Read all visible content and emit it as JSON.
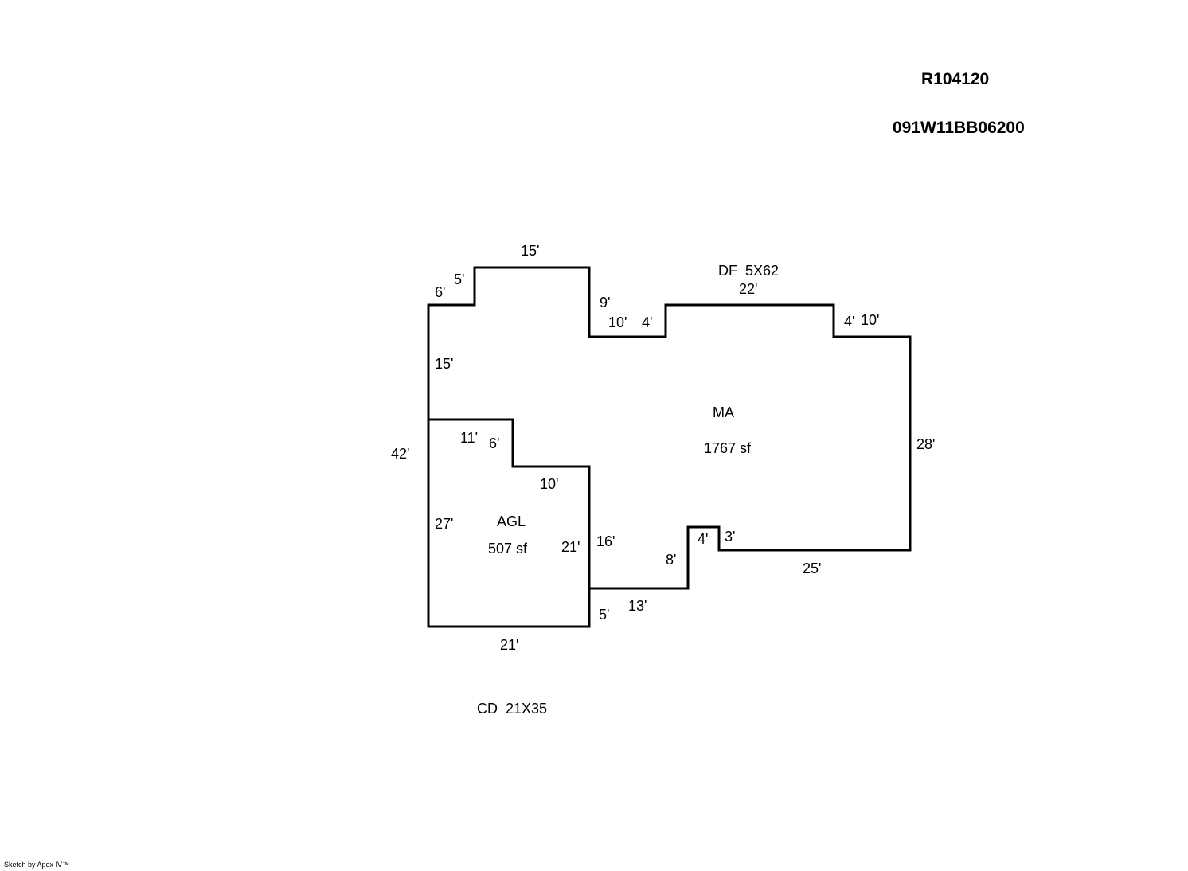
{
  "header": {
    "parcel_id": "R104120",
    "map_taxlot": "091W11BB06200"
  },
  "footer": {
    "credit": "Sketch by Apex IV™"
  },
  "areas": {
    "main": {
      "code": "MA",
      "area": "1767 sf"
    },
    "garage": {
      "code": "AGL",
      "area": "507 sf"
    }
  },
  "notes": {
    "deck_front": "DF  5X62",
    "deck_covered": "CD  21X35"
  },
  "dimensions": {
    "top_15": "15'",
    "left_5": "5'",
    "left_6": "6'",
    "step_9": "9'",
    "step_10": "10'",
    "step_4": "4'",
    "top_22": "22'",
    "right_4": "4'",
    "right_10": "10'",
    "left_15": "15'",
    "overall_42": "42'",
    "right_28": "28'",
    "garage_11": "11'",
    "garage_6": "6'",
    "garage_10": "10'",
    "garage_27": "27'",
    "garage_21_right": "21'",
    "main_16": "16'",
    "notch_8": "8'",
    "notch_4": "4'",
    "notch_3": "3'",
    "bottom_25": "25'",
    "bottom_5": "5'",
    "bottom_13": "13'",
    "garage_21_bottom": "21'"
  },
  "colors": {
    "line": "#000000",
    "background": "#ffffff"
  }
}
